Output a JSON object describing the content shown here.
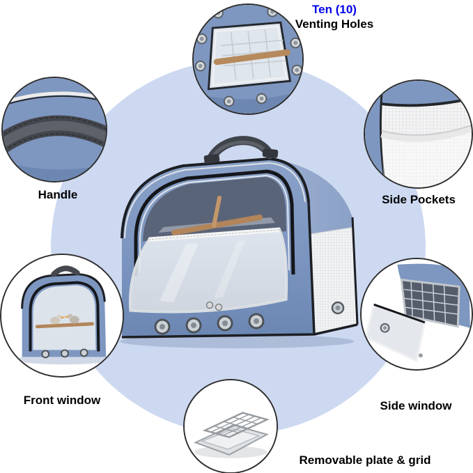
{
  "colors": {
    "accent_text": "#0000ee",
    "label_text": "#000000",
    "center_circle": "#cdd9f1",
    "carrier_fabric": "#7e97c0"
  },
  "callouts": {
    "venting": {
      "line1": "Ten (10)",
      "line2": "Venting Holes",
      "photo": "top-vent-holes-view"
    },
    "handle": {
      "label": "Handle",
      "photo": "handle-closeup"
    },
    "side_pockets": {
      "label": "Side Pockets",
      "photo": "mesh-side-pocket-closeup"
    },
    "front_window": {
      "label": "Front window",
      "photo": "front-window-view"
    },
    "side_window": {
      "label": "Side window",
      "photo": "side-window-open-view"
    },
    "plate": {
      "label": "Removable plate & grid",
      "photo": "steel-tray-with-grid"
    }
  },
  "product": {
    "illustration": "blue-pet-carrier-front-window-open"
  }
}
